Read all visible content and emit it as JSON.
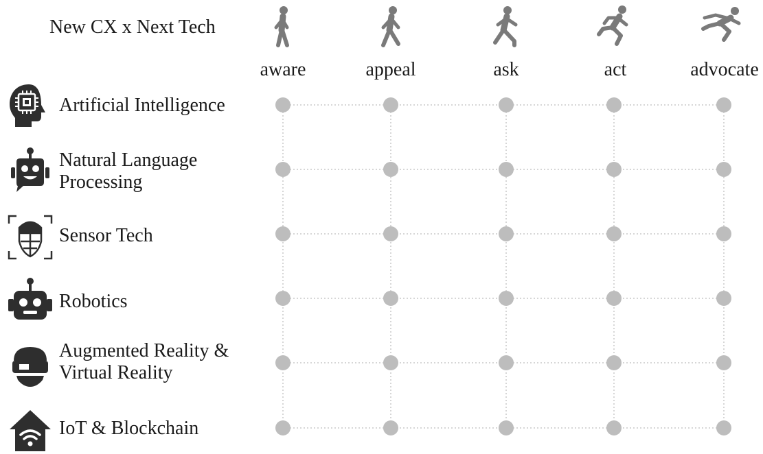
{
  "header": {
    "title": "New CX x Next Tech"
  },
  "stages": [
    {
      "label": "aware",
      "icon": "walking-slow-icon"
    },
    {
      "label": "appeal",
      "icon": "walking-icon"
    },
    {
      "label": "ask",
      "icon": "walking-fast-icon"
    },
    {
      "label": "act",
      "icon": "running-icon"
    },
    {
      "label": "advocate",
      "icon": "sprinting-icon"
    }
  ],
  "technologies": [
    {
      "line1": "Artificial Intelligence",
      "line2": "",
      "icon": "ai-brain-chip-icon"
    },
    {
      "line1": "Natural Language",
      "line2": "Processing",
      "icon": "chatbot-icon"
    },
    {
      "line1": "Sensor Tech",
      "line2": "",
      "icon": "face-scan-icon"
    },
    {
      "line1": "Robotics",
      "line2": "",
      "icon": "robot-icon"
    },
    {
      "line1": "Augmented Reality &",
      "line2": "Virtual Reality",
      "icon": "vr-headset-icon"
    },
    {
      "line1": "IoT & Blockchain",
      "line2": "",
      "icon": "smart-home-wifi-icon"
    }
  ],
  "colors": {
    "icon": "#2e2e2e",
    "figure": "#7a7a7a",
    "node": "#bdbdbd",
    "grid_line": "#c8c8c8"
  }
}
